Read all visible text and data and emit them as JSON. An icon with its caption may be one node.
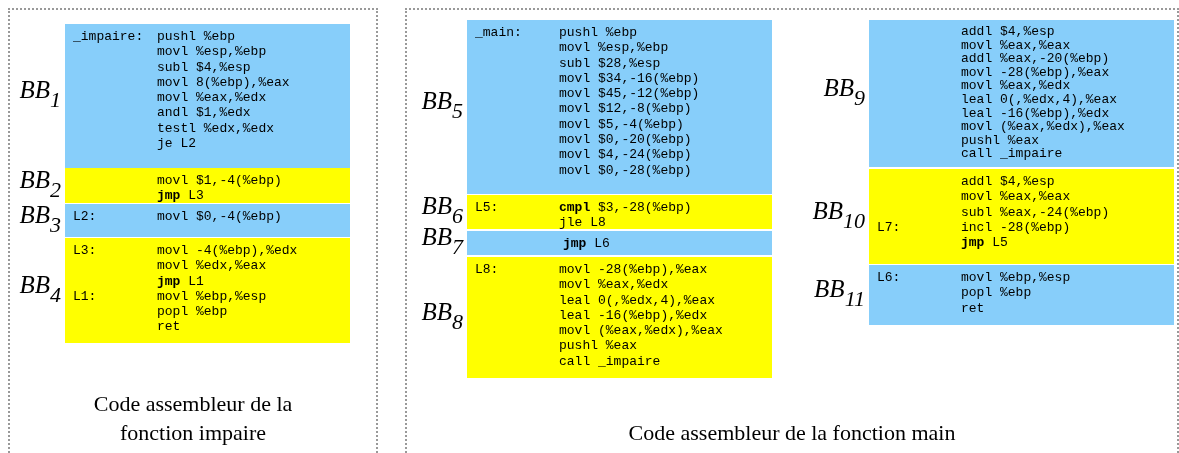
{
  "diagram": {
    "nodes": [
      {
        "text": [
          "Code assembleur de la fonction impaire"
        ]
      },
      {
        "text": [
          "_impaire:",
          "pushl %ebp",
          "movl %esp,%ebp",
          "subl $4,%esp",
          "movl 8(%ebp),%eax",
          "movl %eax,%edx",
          "andl $1,%edx",
          "testl %edx,%edx",
          "je L2"
        ],
        "in": 0,
        "beside": [
          "BB$_{1}$"
        ]
      },
      {
        "text": [
          "movl $1,-4(%ebp)",
          "**jmp** L3"
        ],
        "in": 0,
        "beside": [
          "BB$_{2}$"
        ]
      },
      {
        "text": [
          "L2:",
          "movl $0,-4(%ebp)"
        ],
        "in": 0,
        "beside": [
          "BB$_{3}$"
        ]
      },
      {
        "text": [
          "L3:",
          "movl -4(%ebp),%edx",
          "movl %edx,%eax",
          "**jmp** L1",
          "L1:",
          "movl %ebp,%esp",
          "popl %ebp",
          "ret"
        ],
        "in": 0,
        "beside": [
          "BB$_{4}$"
        ]
      },
      {
        "text": [
          "Code assembleur de la fonction main"
        ]
      },
      {
        "text": [
          "_main:",
          "pushl %ebp",
          "movl %esp,%ebp",
          "subl $28,%esp",
          "movl $34,-16(%ebp)",
          "movl $45,-12(%ebp)",
          "movl $12,-8(%ebp)",
          "movl $5,-4(%ebp)",
          "movl $0,-20(%ebp)",
          "movl $4,-24(%ebp)",
          "movl $0,-28(%ebp)"
        ],
        "in": 5,
        "beside": [
          "BB$_{5}$"
        ]
      },
      {
        "text": [
          "L5:",
          "**cmpl** $3,-28(%ebp)",
          "jle L8"
        ],
        "in": 5,
        "beside": [
          "BB$_{6}$"
        ]
      },
      {
        "text": [
          "**jmp** L6"
        ],
        "in": 5,
        "beside": [
          "BB$_{7}$"
        ]
      },
      {
        "text": [
          "L8:",
          "movl -28(%ebp),%eax",
          "movl %eax,%edx",
          "leal 0(,%edx,4),%eax",
          "leal -16(%ebp),%edx",
          "movl (%eax,%edx),%eax",
          "pushl %eax",
          "call _impaire"
        ],
        "in": 5,
        "beside": [
          "BB$_{8}$"
        ]
      },
      {
        "text": [
          "addl $4,%esp",
          "movl %eax,%eax",
          "addl %eax,-20(%ebp)",
          "movl -28(%ebp),%eax",
          "movl %eax,%edx",
          "leal 0(,%edx,4),%eax",
          "leal -16(%ebp),%edx",
          "movl (%eax,%edx),%eax",
          "pushl %eax",
          "call _impaire"
        ],
        "in": 5,
        "beside": [
          "BB$_{9}$"
        ]
      },
      {
        "text": [
          "addl $4,%esp",
          "movl %eax,%eax",
          "subl %eax,-24(%ebp)",
          "L7:",
          "incl -28(%ebp)",
          "**jmp** L5"
        ],
        "in": 5,
        "beside": [
          "BB$_{10}$"
        ]
      },
      {
        "text": [
          "L6:",
          "movl %ebp,%esp",
          "popl %ebp",
          "ret"
        ],
        "in": 5,
        "beside": [
          "BB$_{11}$"
        ]
      }
    ]
  }
}
